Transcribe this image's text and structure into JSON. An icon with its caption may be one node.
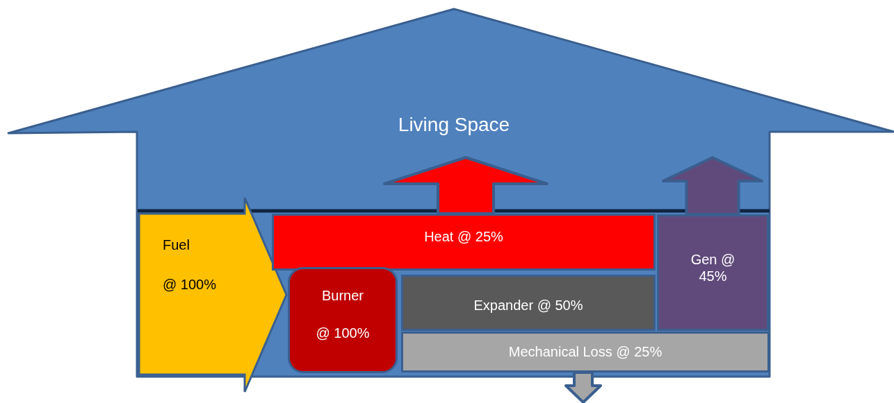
{
  "diagram": {
    "nodes": [
      {
        "text": [
          "Living Space"
        ]
      },
      {
        "text": [
          "Fuel",
          "@ 100%"
        ],
        "in": 0
      },
      {
        "text": [
          "Heat @ 25%"
        ],
        "in": 0
      },
      {
        "text": [
          "Burner",
          "@ 100%"
        ],
        "in": 0
      },
      {
        "text": [
          "Expander @ 50%"
        ],
        "in": 0
      },
      {
        "text": [
          "Gen @ 45%"
        ],
        "in": 0
      },
      {
        "text": [
          "Mechanical Loss @ 25%"
        ],
        "in": 0
      }
    ],
    "edges": [
      {
        "from": 2,
        "to": null,
        "arrow": "to",
        "color": "#ff0000"
      },
      {
        "from": 5,
        "to": null,
        "arrow": "to",
        "color": "#604a7b"
      },
      {
        "from": 6,
        "to": null,
        "arrow": "to",
        "color": "#a6a6a6"
      }
    ]
  }
}
